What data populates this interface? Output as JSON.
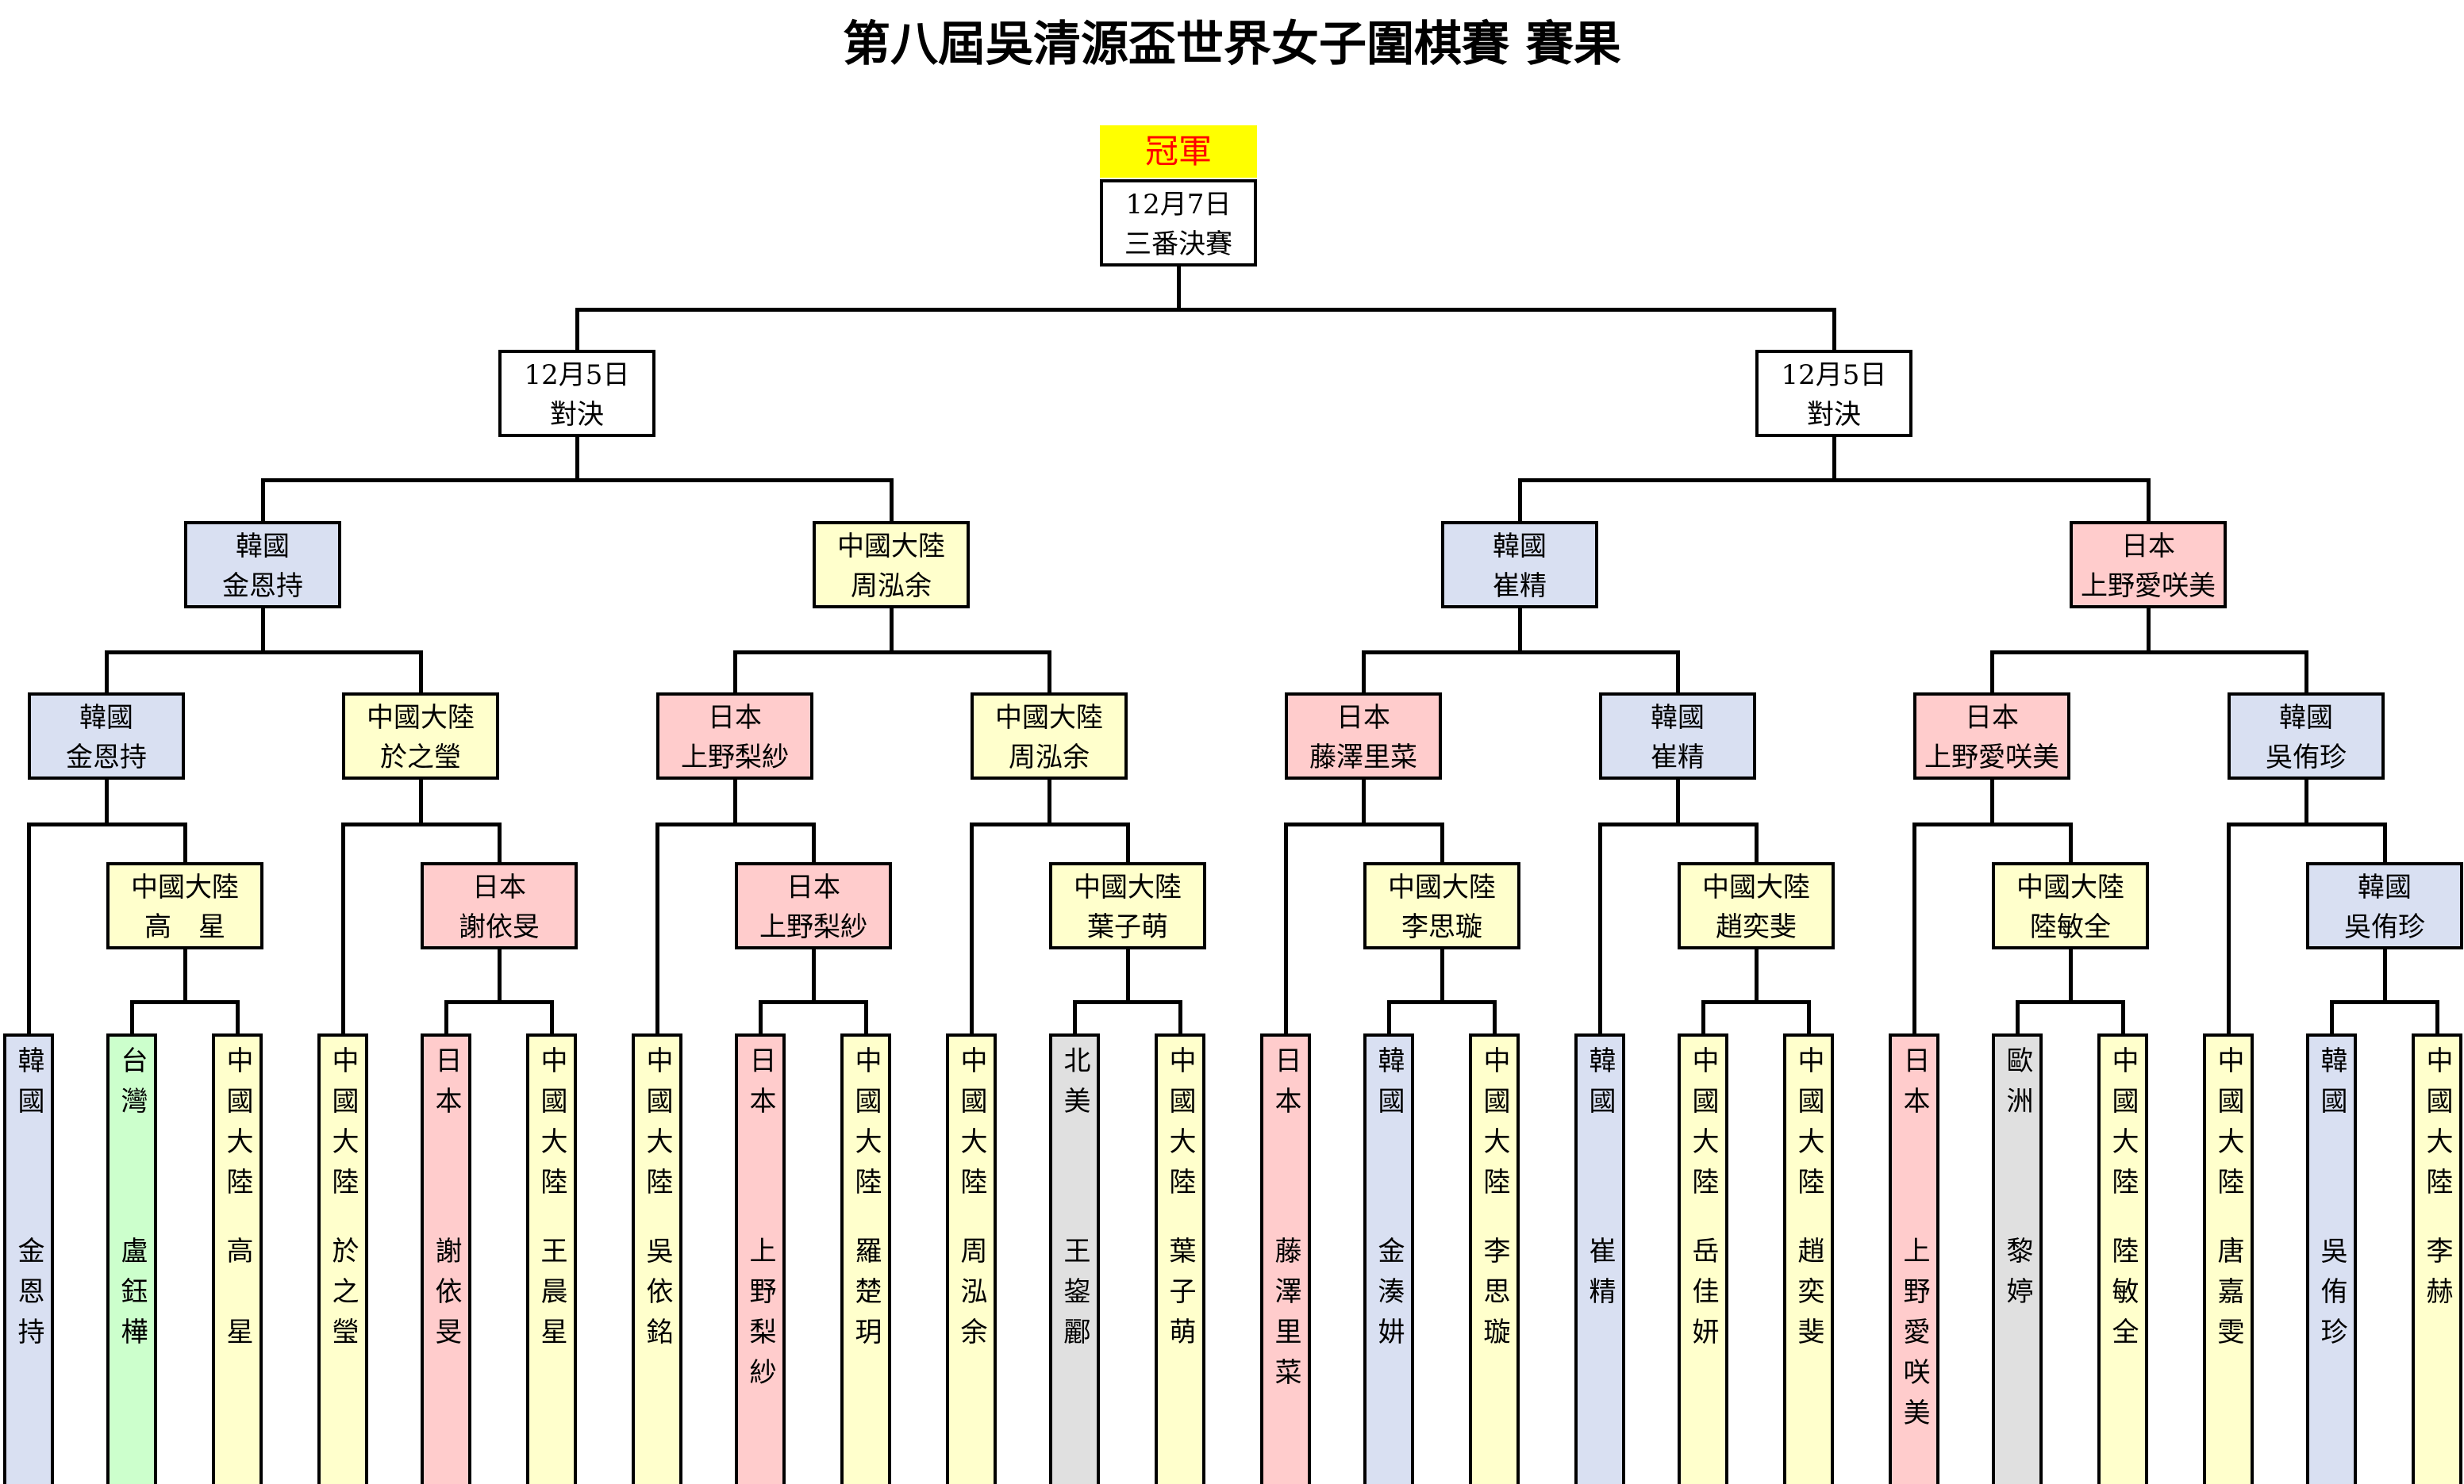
{
  "title": "第八屆吳清源盃世界女子圍棋賽 賽果",
  "champion_label": "冠軍",
  "final": {
    "date": "12月7日",
    "label": "三番決賽"
  },
  "semifinals": [
    {
      "date": "12月5日",
      "label": "對決"
    },
    {
      "date": "12月5日",
      "label": "對決"
    }
  ],
  "colors": {
    "韓國": "#d9e0f2",
    "中國大陸": "#ffffcc",
    "日本": "#ffcccc",
    "台灣": "#ccffcc",
    "北美": "#e0e0e0",
    "歐洲": "#e0e0e0",
    "accent_champion_bg": "#ffff00",
    "accent_champion_text": "#ff0000"
  },
  "quarterfinals": [
    {
      "country": "韓國",
      "name": "金恩持"
    },
    {
      "country": "中國大陸",
      "name": "周泓余"
    },
    {
      "country": "韓國",
      "name": "崔精"
    },
    {
      "country": "日本",
      "name": "上野愛咲美"
    }
  ],
  "round2": [
    {
      "country": "韓國",
      "name": "金恩持"
    },
    {
      "country": "中國大陸",
      "name": "於之瑩"
    },
    {
      "country": "日本",
      "name": "上野梨紗"
    },
    {
      "country": "中國大陸",
      "name": "周泓余"
    },
    {
      "country": "日本",
      "name": "藤澤里菜"
    },
    {
      "country": "韓國",
      "name": "崔精"
    },
    {
      "country": "日本",
      "name": "上野愛咲美"
    },
    {
      "country": "韓國",
      "name": "吳侑珍"
    }
  ],
  "round1": [
    {
      "country": "中國大陸",
      "name": "高　星"
    },
    {
      "country": "日本",
      "name": "謝依旻"
    },
    {
      "country": "日本",
      "name": "上野梨紗"
    },
    {
      "country": "中國大陸",
      "name": "葉子萌"
    },
    {
      "country": "中國大陸",
      "name": "李思璇"
    },
    {
      "country": "中國大陸",
      "name": "趙奕斐"
    },
    {
      "country": "中國大陸",
      "name": "陸敏全"
    },
    {
      "country": "韓國",
      "name": "吳侑珍"
    }
  ],
  "players": [
    {
      "country": "韓國",
      "name": "金恩持"
    },
    {
      "country": "台灣",
      "name": "盧鈺樺"
    },
    {
      "country": "中國大陸",
      "name": "高　星"
    },
    {
      "country": "中國大陸",
      "name": "於之瑩"
    },
    {
      "country": "日本",
      "name": "謝依旻"
    },
    {
      "country": "中國大陸",
      "name": "王晨星"
    },
    {
      "country": "中國大陸",
      "name": "吳依銘"
    },
    {
      "country": "日本",
      "name": "上野梨紗"
    },
    {
      "country": "中國大陸",
      "name": "羅楚玥"
    },
    {
      "country": "中國大陸",
      "name": "周泓余"
    },
    {
      "country": "北美",
      "name": "王鋆酈"
    },
    {
      "country": "中國大陸",
      "name": "葉子萌"
    },
    {
      "country": "日本",
      "name": "藤澤里菜"
    },
    {
      "country": "韓國",
      "name": "金湊妌"
    },
    {
      "country": "中國大陸",
      "name": "李思璇"
    },
    {
      "country": "韓國",
      "name": "崔精"
    },
    {
      "country": "中國大陸",
      "name": "岳佳妍"
    },
    {
      "country": "中國大陸",
      "name": "趙奕斐"
    },
    {
      "country": "日本",
      "name": "上野愛咲美"
    },
    {
      "country": "歐洲",
      "name": "黎婷"
    },
    {
      "country": "中國大陸",
      "name": "陸敏全"
    },
    {
      "country": "中國大陸",
      "name": "唐嘉雯"
    },
    {
      "country": "韓國",
      "name": "吳侑珍"
    },
    {
      "country": "中國大陸",
      "name": "李赫"
    }
  ]
}
